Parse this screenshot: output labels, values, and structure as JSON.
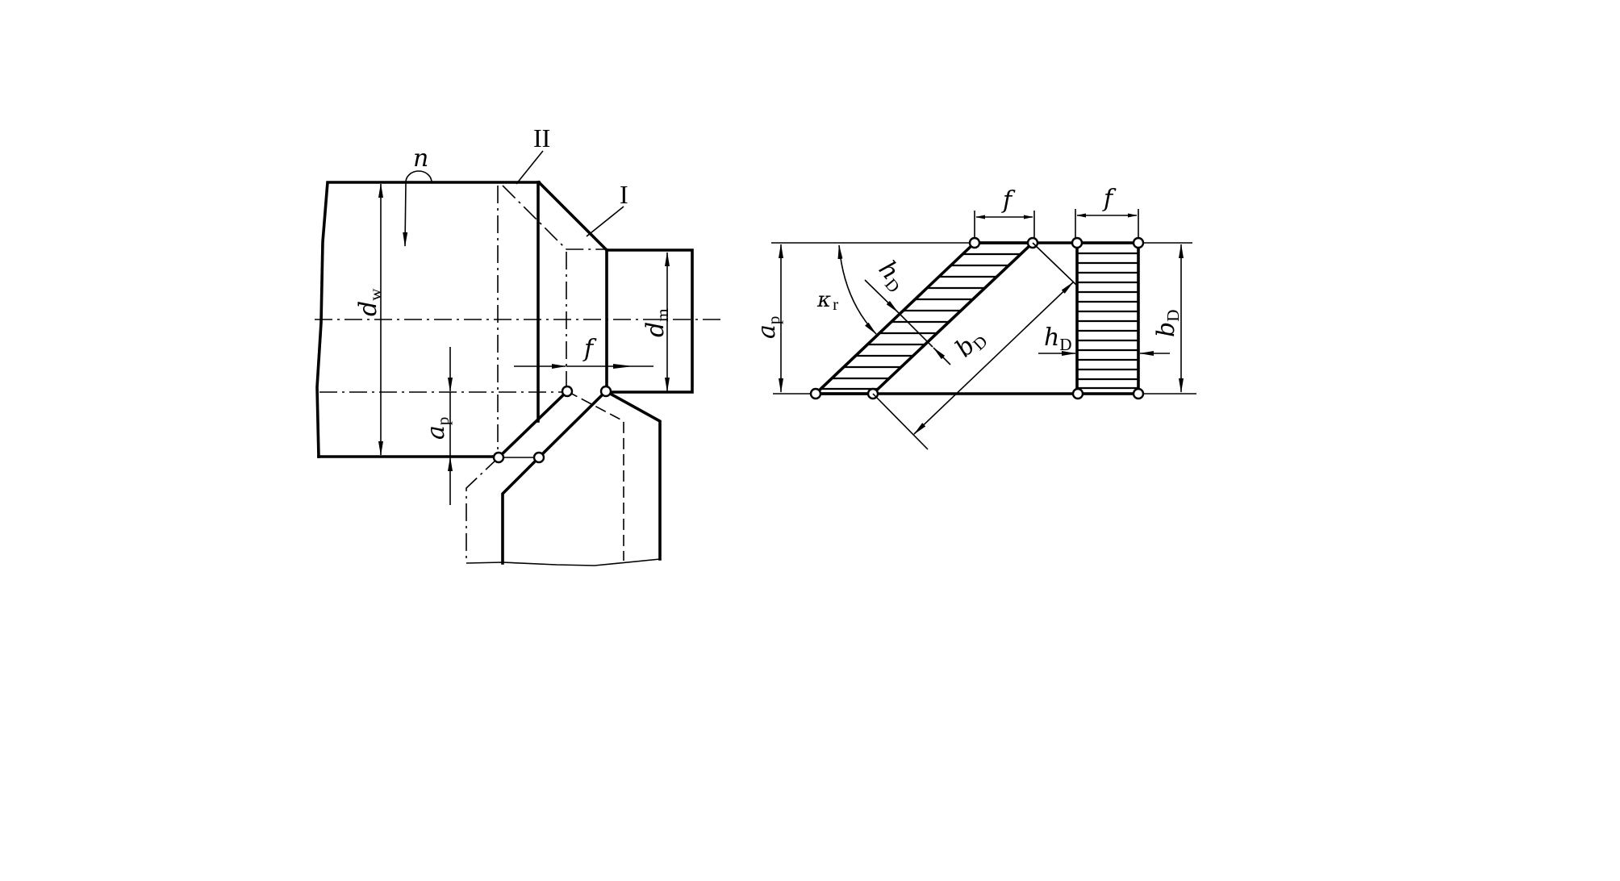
{
  "figure": {
    "background": "#ffffff",
    "line_color": "#000000",
    "left_diagram": {
      "title": "Turning operation: workpiece and cutting tool",
      "labels": {
        "rotation": "n",
        "edge_secondary": "II",
        "edge_primary": "I",
        "workpiece_diameter": {
          "main": "d",
          "sub": "w"
        },
        "machined_diameter": {
          "main": "d",
          "sub": "m"
        },
        "feed": "f",
        "depth_of_cut": {
          "main": "a",
          "sub": "p"
        }
      }
    },
    "right_diagram": {
      "title": "Cutting layer cross-section",
      "labels": {
        "feed_left": "f",
        "feed_right": "f",
        "depth_of_cut": {
          "main": "a",
          "sub": "p"
        },
        "cutting_edge_angle": {
          "main": "κ",
          "sub": "r"
        },
        "thickness_oblique": {
          "main": "h",
          "sub": "D"
        },
        "width_oblique": {
          "main": "b",
          "sub": "D"
        },
        "thickness_rect": {
          "main": "h",
          "sub": "D"
        },
        "width_rect": {
          "main": "b",
          "sub": "D"
        }
      },
      "hatch_lines_parallelogram": 13,
      "hatch_lines_rectangle": 15
    }
  }
}
